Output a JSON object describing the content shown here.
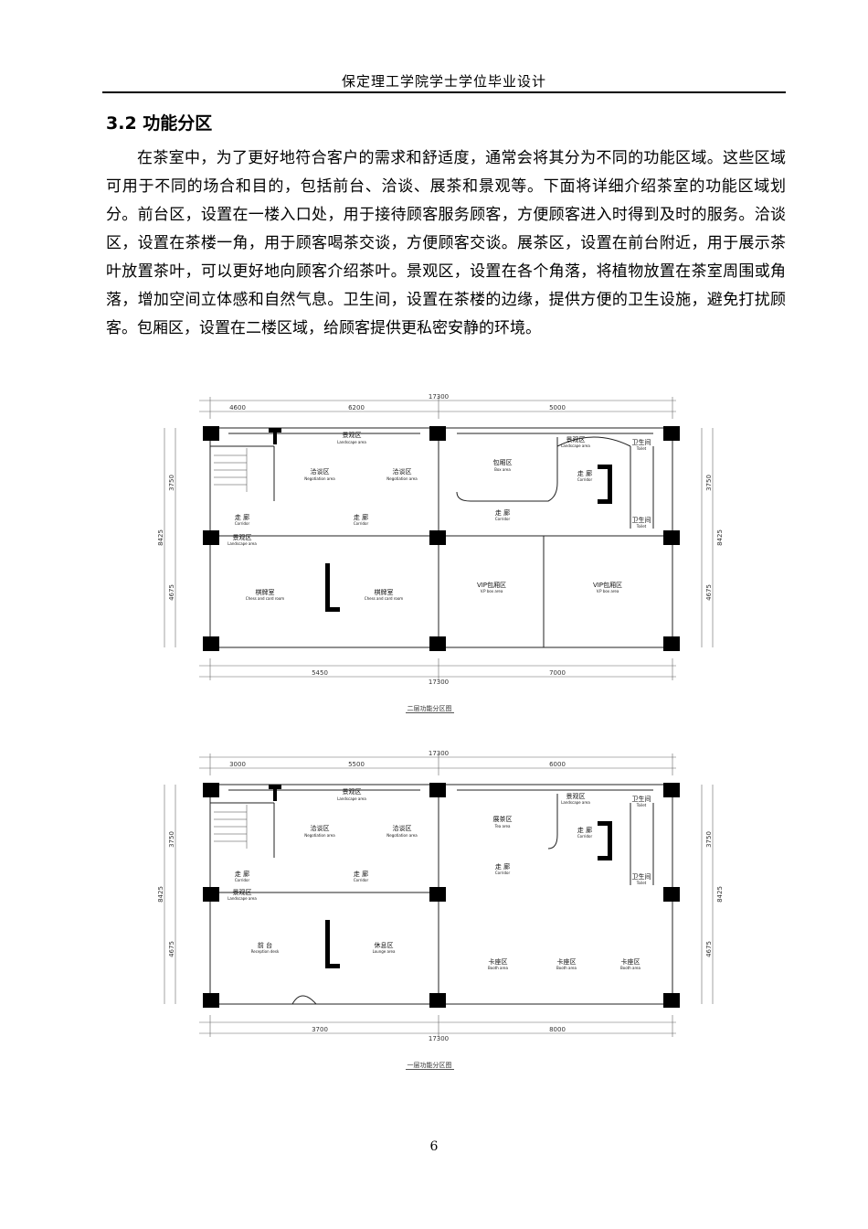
{
  "header": {
    "title": "保定理工学院学士学位毕业设计"
  },
  "section": {
    "title": "3.2 功能分区"
  },
  "body": {
    "paragraph": "在茶室中，为了更好地符合客户的需求和舒适度，通常会将其分为不同的功能区域。这些区域可用于不同的场合和目的，包括前台、洽谈、展茶和景观等。下面将详细介绍茶室的功能区域划分。前台区，设置在一楼入口处，用于接待顾客服务顾客，方便顾客进入时得到及时的服务。洽谈区，设置在茶楼一角，用于顾客喝茶交谈，方便顾客交谈。展茶区，设置在前台附近，用于展示茶叶放置茶叶，可以更好地向顾客介绍茶叶。景观区，设置在各个角落，将植物放置在茶室周围或角落，增加空间立体感和自然气息。卫生间，设置在茶楼的边缘，提供方便的卫生设施，避免打扰顾客。包厢区，设置在二楼区域，给顾客提供更私密安静的环境。"
  },
  "plan2": {
    "caption": "二层功能分区图",
    "labels": {
      "landscape": "景观区",
      "landscape_en": "Landscape area",
      "nego1": "洽谈区",
      "nego1_en": "Negotiation area",
      "nego2": "洽谈区",
      "nego2_en": "Negotiation area",
      "box": "包厢区",
      "box_en": "Box area",
      "landscape_r": "景观区",
      "landscape_r_en": "Landscape area",
      "wc1": "卫生间",
      "wc1_en": "Toilet",
      "corr_r": "走 廊",
      "corr_r_en": "Corridor",
      "wc2": "卫生间",
      "wc2_en": "Toilet",
      "corr1": "走 廊",
      "corr1_en": "Corridor",
      "corr2": "走 廊",
      "corr2_en": "Corridor",
      "corr3": "走 廊",
      "corr3_en": "Corridor",
      "landscape_l": "景观区",
      "landscape_l_en": "Landscape area",
      "chess1": "棋牌室",
      "chess1_en": "Chess and card room",
      "chess2": "棋牌室",
      "chess2_en": "Chess and card room",
      "vip1": "VIP包厢区",
      "vip1_en": "V.P box area",
      "vip2": "VIP包厢区",
      "vip2_en": "V.P box area"
    },
    "dims": {
      "total_top": "17300",
      "total_bottom": "17300",
      "top1": "4600",
      "top2": "6200",
      "top3": "5000",
      "bot1": "5450",
      "bot2": "7000",
      "left1": "3750",
      "left2": "4675",
      "left_total": "8425",
      "right1": "3750",
      "right2": "4675",
      "right_total": "8425"
    }
  },
  "plan1": {
    "caption": "一层功能分区图",
    "labels": {
      "landscape": "景观区",
      "landscape_en": "Landscape area",
      "nego1": "洽谈区",
      "nego1_en": "Negotiation area",
      "nego2": "洽谈区",
      "nego2_en": "Negotiation area",
      "tea": "展茶区",
      "tea_en": "Tea area",
      "landscape_r": "景观区",
      "landscape_r_en": "Landscape area",
      "wc1": "卫生间",
      "wc1_en": "Toilet",
      "corr_r": "走 廊",
      "corr_r_en": "Corridor",
      "wc2": "卫生间",
      "wc2_en": "Toilet",
      "corr1": "走 廊",
      "corr1_en": "Corridor",
      "corr2": "走 廊",
      "corr2_en": "Corridor",
      "corr3": "走 廊",
      "corr3_en": "Corridor",
      "landscape_l": "景观区",
      "landscape_l_en": "Landscape area",
      "front": "前 台",
      "front_en": "Reception desk",
      "rest": "休息区",
      "rest_en": "Lounge area",
      "booth1": "卡座区",
      "booth1_en": "Booth area",
      "booth2": "卡座区",
      "booth2_en": "Booth area",
      "booth3": "卡座区",
      "booth3_en": "Booth area"
    },
    "dims": {
      "total_top": "17300",
      "total_bottom": "17300",
      "top1": "3000",
      "top2": "5500",
      "top3": "6000",
      "bot1": "3700",
      "bot2": "8000",
      "left1": "3750",
      "left2": "4675",
      "left_total": "8425",
      "right1": "3750",
      "right2": "4675",
      "right_total": "8425"
    }
  },
  "footer": {
    "page": "6"
  }
}
